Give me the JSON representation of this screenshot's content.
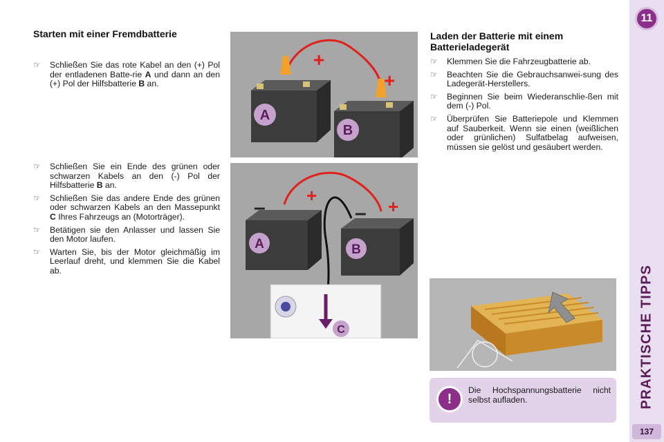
{
  "sidebar": {
    "chapter_number": "11",
    "section_title": "PRAKTISCHE TIPPS",
    "page_number": "137"
  },
  "left": {
    "title": "Starten mit einer Fremdbatterie",
    "bullets_top": [
      {
        "html": "Schließen Sie das rote Kabel an den (+) Pol der entladenen Batte-rie <b>A</b> und dann an den (+) Pol der Hilfsbatterie <b>B</b> an."
      }
    ],
    "bullets_bottom": [
      {
        "html": "Schließen Sie ein Ende des grünen oder schwarzen Kabels an den (-) Pol der Hilfsbatterie <b>B</b> an."
      },
      {
        "html": "Schließen Sie das andere Ende des grünen oder schwarzen Kabels an den Massepunkt <b>C</b> Ihres Fahrzeugs an (Motorträger)."
      },
      {
        "html": "Betätigen sie den Anlasser und lassen Sie den Motor laufen."
      },
      {
        "html": "Warten Sie, bis der Motor gleichmäßig im Leerlauf dreht, und klemmen Sie die Kabel ab."
      }
    ]
  },
  "right": {
    "title": "Laden der Batterie mit einem Batterieladegerät",
    "bullets": [
      {
        "html": "Klemmen Sie die Fahrzeugbatterie ab."
      },
      {
        "html": "Beachten Sie die Gebrauchsanwei-sung des Ladegerät-Herstellers."
      },
      {
        "html": "Beginnen Sie beim Wiederanschlie-ßen mit dem (-) Pol."
      },
      {
        "html": "Überprüfen Sie Batteriepole und Klemmen auf Sauberkeit. Wenn sie einen (weißlichen oder grünlichen) Sulfatbelag aufweisen, müssen sie gelöst und gesäubert werden."
      }
    ]
  },
  "warning": {
    "text": "Die Hochspannungsbatterie nicht selbst aufladen."
  },
  "illustrations": {
    "battery_a_label": "A",
    "battery_b_label": "B",
    "ground_label": "C",
    "plus_sign": "+",
    "minus_sign": "–"
  },
  "icons": {
    "bullet": "hand-pointer-icon",
    "warning": "exclamation-icon"
  },
  "colors": {
    "accent": "#8b2f8a",
    "cable_red": "#e0201b",
    "battery_dark": "#3c3c3c",
    "label_badge": "#c4a2cc",
    "hv_battery": "#c98b2a"
  }
}
